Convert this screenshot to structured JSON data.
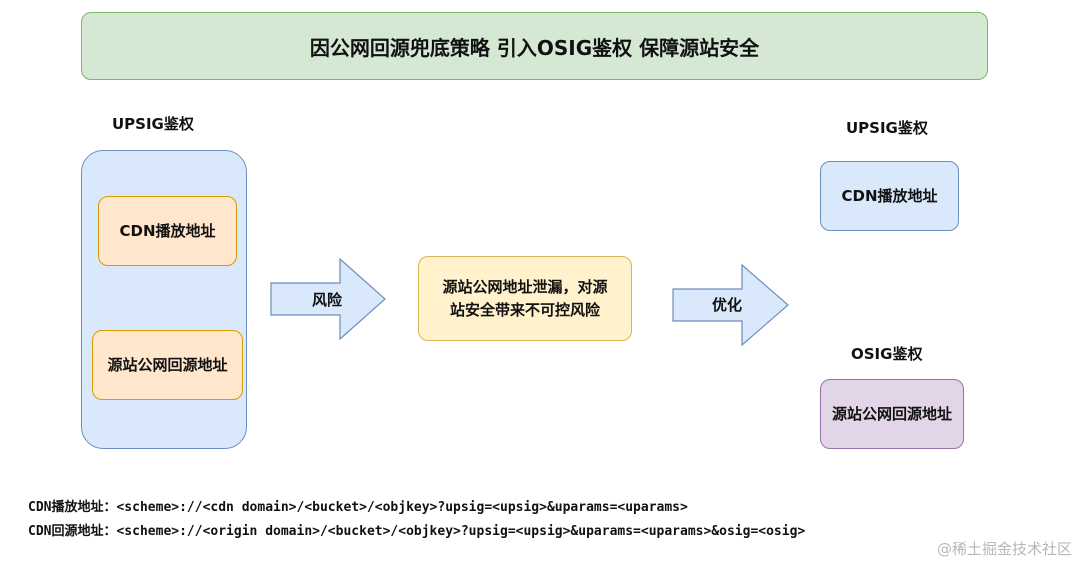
{
  "title": "因公网回源兜底策略 引入OSIG鉴权 保障源站安全",
  "left": {
    "label": "UPSIG鉴权",
    "cdn_address": "CDN播放地址",
    "origin_address": "源站公网回源地址"
  },
  "arrow_risk": "风险",
  "risk_box": {
    "line1": "源站公网地址泄漏，对源",
    "line2": "站安全带来不可控风险"
  },
  "arrow_optimize": "优化",
  "right": {
    "upsig_label": "UPSIG鉴权",
    "cdn_address": "CDN播放地址",
    "osig_label": "OSIG鉴权",
    "origin_address": "源站公网回源地址"
  },
  "urls": {
    "play_label": "CDN播放地址：",
    "play_value": "<scheme>://<cdn domain>/<bucket>/<objkey>?upsig=<upsig>&uparams=<uparams>",
    "origin_label": "CDN回源地址：",
    "origin_value": "<scheme>://<origin domain>/<bucket>/<objkey>?upsig=<upsig>&uparams=<uparams>&osig=<osig>"
  },
  "watermark": "@稀土掘金技术社区",
  "colors": {
    "title_fill": "#d5e8d4",
    "blue_fill": "#dae8fc",
    "orange_fill": "#ffe6cc",
    "yellow_fill": "#fff2cc",
    "purple_fill": "#e1d5e7"
  }
}
